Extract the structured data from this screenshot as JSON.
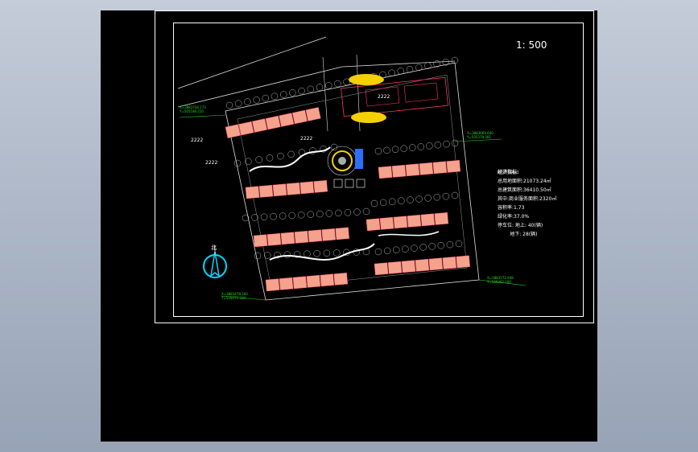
{
  "drawing": {
    "scale": "1: 500",
    "labels": {
      "road_a": "2222",
      "road_b": "2222",
      "center_a": "2222",
      "center_b": "2222"
    },
    "north_label": "北",
    "coords": [
      {
        "x": "X=3883744.173",
        "y": "Y=505186.220"
      },
      {
        "x": "X=3883669.640",
        "y": "Y=505378.281"
      },
      {
        "x": "X=3883478.160",
        "y": "Y=505275.339"
      },
      {
        "x": "X=3883572.948",
        "y": "Y=505362.160"
      }
    ],
    "stats": {
      "title": "经济指标:",
      "lines": [
        "总用地面积:21073.24㎡",
        "总建筑面积:36410.50㎡",
        "其中:商业服务面积:2320㎡",
        "容积率:1.73",
        "绿化率:37.0%",
        "停车位: 地上: 40(辆)",
        "        地下: 28(辆)"
      ]
    },
    "colors": {
      "building": "#f4a28c",
      "outline": "#ffffff",
      "accent_yellow": "#f5d000",
      "accent_blue": "#2a6fff",
      "coord_green": "#22dd22",
      "north_cyan": "#00d8ff"
    }
  }
}
